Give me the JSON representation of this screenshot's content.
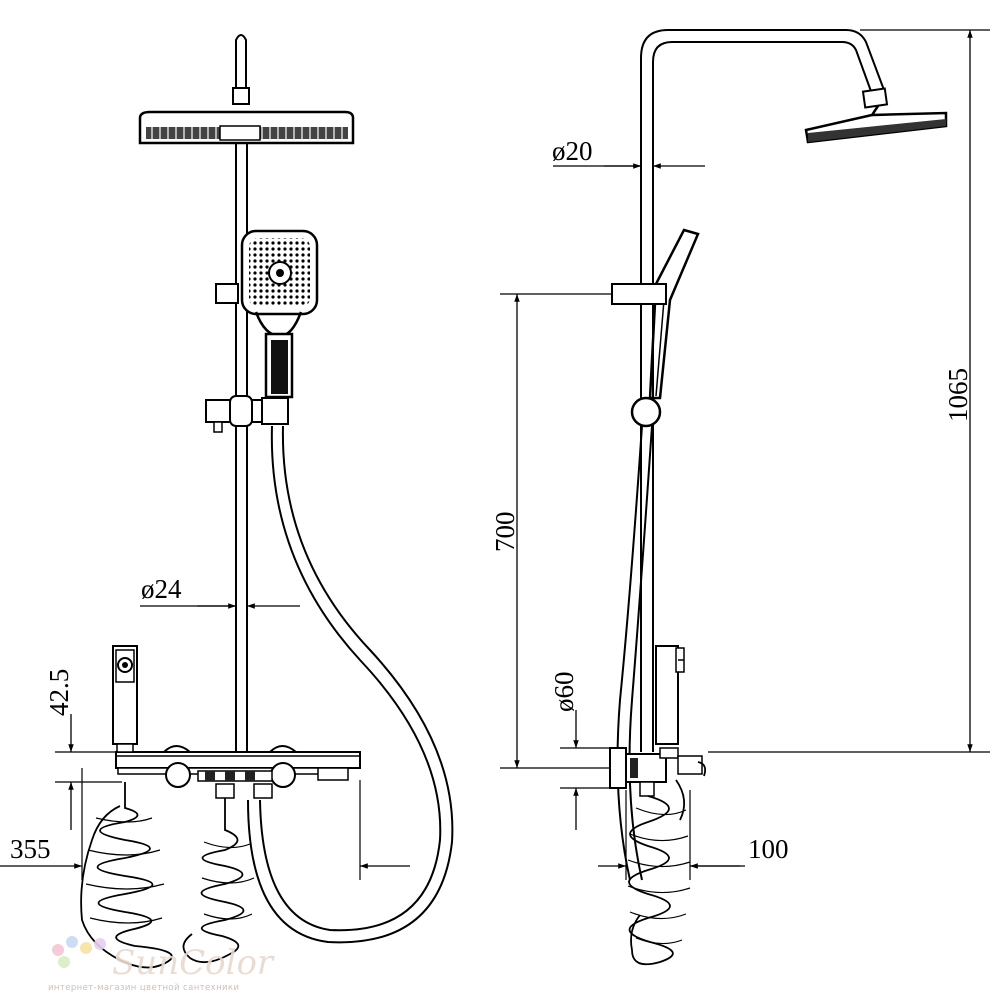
{
  "dimensions": {
    "pipe_diameter_front": "ø24",
    "spout_height": "42.5",
    "spout_projection": "355",
    "pipe_diameter_side": "ø20",
    "total_height": "1065",
    "holder_height": "700",
    "mixer_diameter": "ø60",
    "wall_offset": "100"
  },
  "watermark": {
    "brand": "SunColor",
    "tagline": "интернет-магазин цветной сантехники",
    "dot_colors": [
      "#f4c6d6",
      "#c9d9f2",
      "#f7e3a3",
      "#d7efc4",
      "#e8cff0"
    ]
  },
  "colors": {
    "line": "#000000",
    "background": "#ffffff"
  }
}
